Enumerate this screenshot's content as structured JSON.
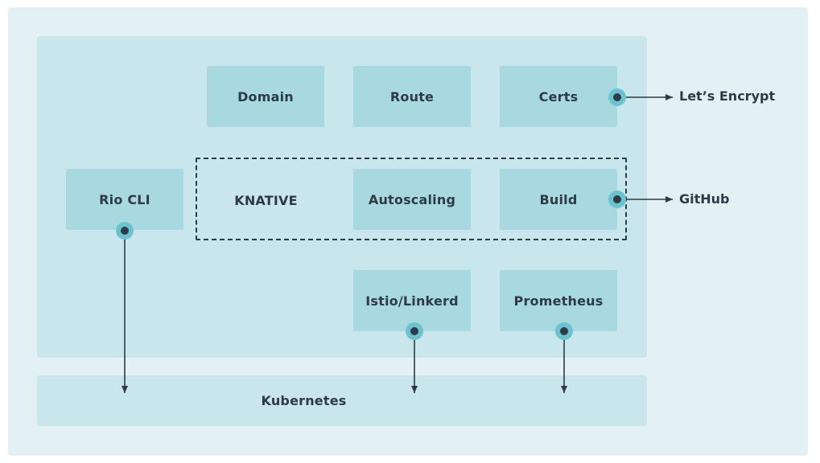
{
  "components": {
    "domain": "Domain",
    "route": "Route",
    "certs": "Certs",
    "rio_cli": "Rio CLI",
    "knative": "KNATIVE",
    "autoscaling": "Autoscaling",
    "build": "Build",
    "istio_linkerd": "Istio/Linkerd",
    "prometheus": "Prometheus",
    "kubernetes": "Kubernetes"
  },
  "external": {
    "lets_encrypt": "Let’s Encrypt",
    "github": "GitHub"
  },
  "colors": {
    "outer_bg": "#e3f1f5",
    "inner_bg": "#c9e6ec",
    "box_bg": "#a9d9e0",
    "text": "#2e3a47",
    "connector_ring": "#6cc3cf",
    "connector_dot": "#2e3a47"
  }
}
